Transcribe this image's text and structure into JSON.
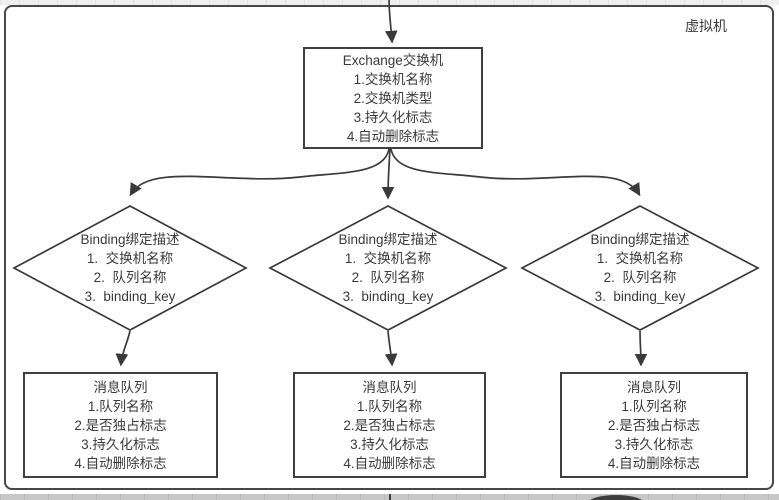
{
  "frame": {
    "label": "虚拟机"
  },
  "colors": {
    "line": "#3a3a3a",
    "node_border": "#3f3f3f",
    "text": "#3a3a3a",
    "frame_border": "#474747",
    "top_strip": "#efefef",
    "bottom_strip": "#c7c7c7"
  },
  "exchange": {
    "title": "Exchange交换机",
    "items": [
      "1.交换机名称",
      "2.交换机类型",
      "3.持久化标志",
      "4.自动删除标志"
    ]
  },
  "bindings": [
    {
      "title": "Binding绑定描述",
      "items": [
        "1.  交换机名称",
        "2.  队列名称",
        "3.  binding_key"
      ]
    },
    {
      "title": "Binding绑定描述",
      "items": [
        "1.  交换机名称",
        "2.  队列名称",
        "3.  binding_key"
      ]
    },
    {
      "title": "Binding绑定描述",
      "items": [
        "1.  交换机名称",
        "2.  队列名称",
        "3.  binding_key"
      ]
    }
  ],
  "queues": [
    {
      "title": "消息队列",
      "items": [
        "1.队列名称",
        "2.是否独占标志",
        "3.持久化标志",
        "4.自动删除标志"
      ]
    },
    {
      "title": "消息队列",
      "items": [
        "1.队列名称",
        "2.是否独占标志",
        "3.持久化标志",
        "4.自动删除标志"
      ]
    },
    {
      "title": "消息队列",
      "items": [
        "1.队列名称",
        "2.是否独占标志",
        "3.持久化标志",
        "4.自动删除标志"
      ]
    }
  ]
}
